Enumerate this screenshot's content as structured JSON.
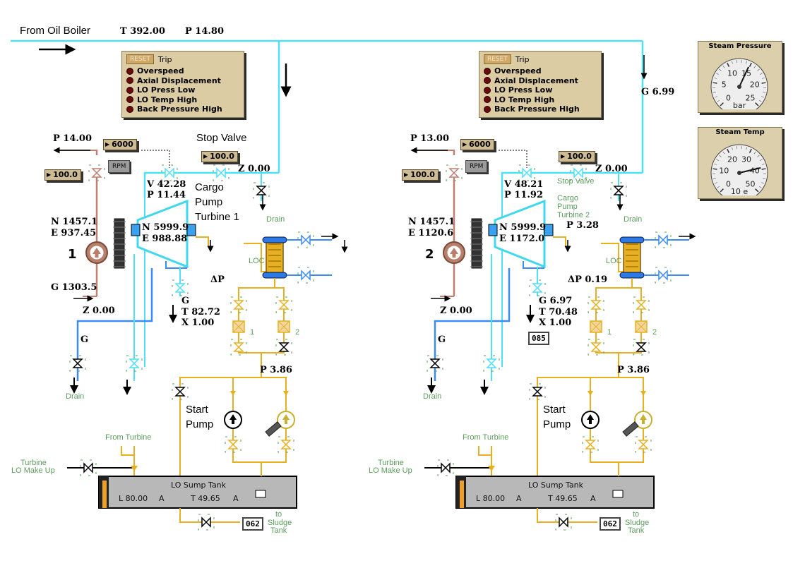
{
  "header": {
    "source_label": "From Oil Boiler",
    "supply_temp": "T 392.00",
    "supply_press": "P 14.80",
    "g_flow": "G 6.99"
  },
  "trip_panel": {
    "reset_label": "RESET",
    "title": "Trip",
    "items": [
      "Overspeed",
      "Axial Displacement",
      "LO Press Low",
      "LO Temp High",
      "Back Pressure High"
    ]
  },
  "units": [
    {
      "number": "1",
      "p_out": "P 14.00",
      "rpm_set": "6000",
      "rpm_label": "RPM",
      "valve_set": "100.0",
      "stop_valve_set": "100.0",
      "stop_valve_label": "Stop Valve",
      "z_top": "Z 0.00",
      "v": "V 42.28",
      "p_in": "P 11.44",
      "turbine_label_lines": [
        "Cargo",
        "Pump",
        "Turbine 1"
      ],
      "n_pump": "N 1457.1",
      "e_pump": "E 937.45",
      "n_turb": "N 5999.9",
      "e_turb": "E 988.88",
      "p_loc": "",
      "dp": "ΔP",
      "g_in": "G 1303.5",
      "z_in": "Z 0.00",
      "g_exh": "G",
      "t_exh": "T 82.72",
      "x_exh": "X 1.00",
      "g_drain": "G",
      "drain_label": "Drain",
      "drain_label2": "Drain",
      "loc_label": "LOC",
      "filter_1": "1",
      "filter_2": "2",
      "p_filter": "P 3.86",
      "start_pump_label": [
        "Start",
        "Pump"
      ],
      "from_turbine_label": "From Turbine",
      "makeup_label": [
        "Turbine",
        "LO Make Up"
      ],
      "sump_title": "LO Sump Tank",
      "sump_level": "L 80.00",
      "sump_level_mode": "A",
      "sump_temp": "T 49.65",
      "sump_temp_mode": "A",
      "sludge_code": "062",
      "sludge_label": [
        "to",
        "Sludge",
        "Tank"
      ],
      "code_box": ""
    },
    {
      "number": "2",
      "p_out": "P 13.00",
      "rpm_set": "6000",
      "rpm_label": "RPM",
      "valve_set": "100.0",
      "stop_valve_set": "100.0",
      "stop_valve_label": "Stop Valve",
      "z_top": "Z 0.00",
      "v": "V 48.21",
      "p_in": "P 11.92",
      "turbine_label_lines": [
        "Cargo",
        "Pump",
        "Turbine 2"
      ],
      "n_pump": "N 1457.1",
      "e_pump": "E 1120.6",
      "n_turb": "N 5999.9",
      "e_turb": "E 1172.0",
      "p_loc": "P 3.28",
      "dp": "ΔP 0.19",
      "g_in": "",
      "z_in": "Z 0.00",
      "g_exh": "G 6.97",
      "t_exh": "T 70.48",
      "x_exh": "X 1.00",
      "g_drain": "G",
      "drain_label": "Drain",
      "drain_label2": "Drain",
      "loc_label": "LOC",
      "filter_1": "1",
      "filter_2": "2",
      "p_filter": "P 3.86",
      "start_pump_label": [
        "Start",
        "Pump"
      ],
      "from_turbine_label": "From Turbine",
      "makeup_label": [
        "Turbine",
        "LO Make Up"
      ],
      "sump_title": "LO Sump Tank",
      "sump_level": "L 80.00",
      "sump_level_mode": "A",
      "sump_temp": "T 49.65",
      "sump_temp_mode": "A",
      "sludge_code": "062",
      "sludge_label": [
        "to",
        "Sludge",
        "Tank"
      ],
      "code_box": "085"
    }
  ],
  "gauges": [
    {
      "title": "Steam Pressure",
      "unit": "bar",
      "ticks": [
        "0",
        "5",
        "10",
        "15",
        "20",
        "25"
      ],
      "min": 0,
      "max": 25,
      "value": 14.8
    },
    {
      "title": "Steam Temp",
      "unit": "",
      "ticks": [
        "0",
        "10",
        "20",
        "30",
        "40",
        "50"
      ],
      "min": 0,
      "max": 50,
      "value": 39.2,
      "unit_mark": "10 e"
    }
  ],
  "colors": {
    "steam": "#4fe0f4",
    "water": "#3a8cf0",
    "oil": "#e8b020",
    "pump_pipe": "#c08070",
    "panel": "#dccca4"
  }
}
